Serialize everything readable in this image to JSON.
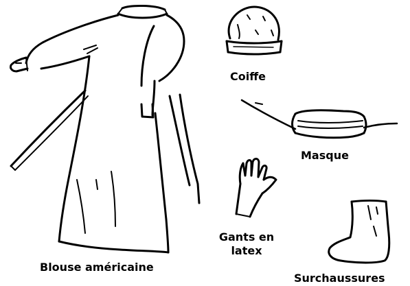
{
  "labels": {
    "coiffe": "Coiffe",
    "masque": "Masque",
    "gants_line1": "Gants en",
    "gants_line2": "latex",
    "blouse": "Blouse américaine",
    "surchaussures": "Surchaussures"
  },
  "items": [
    "coiffe-drawing",
    "masque-drawing",
    "gants-drawing",
    "blouse-drawing",
    "surchaussures-drawing"
  ],
  "colors": {
    "ink": "#000000",
    "background": "#ffffff"
  }
}
